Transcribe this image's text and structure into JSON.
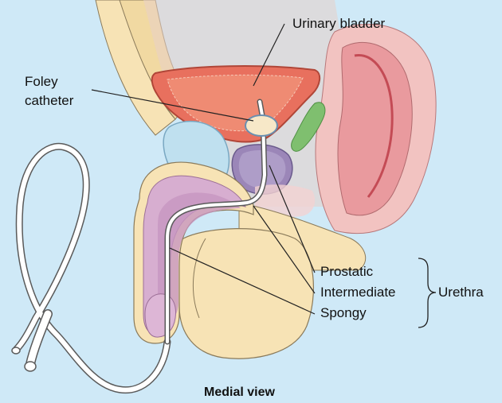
{
  "labels": {
    "urinary_bladder": "Urinary bladder",
    "foley_line1": "Foley",
    "foley_line2": "catheter",
    "prostatic": "Prostatic",
    "intermediate": "Intermediate",
    "spongy": "Spongy",
    "urethra": "Urethra"
  },
  "caption": "Medial view",
  "colors": {
    "background": "#cfe9f7",
    "skin": "#f7e3b5",
    "bladder": "#e8705e",
    "prostate": "#9b86b8",
    "penile_tissue": "#d7aed0",
    "symphysis": "#bfe0ef",
    "rectum": "#e99a9e",
    "catheter": "#ffffff",
    "seminal_vesicle": "#7fbf6f"
  }
}
